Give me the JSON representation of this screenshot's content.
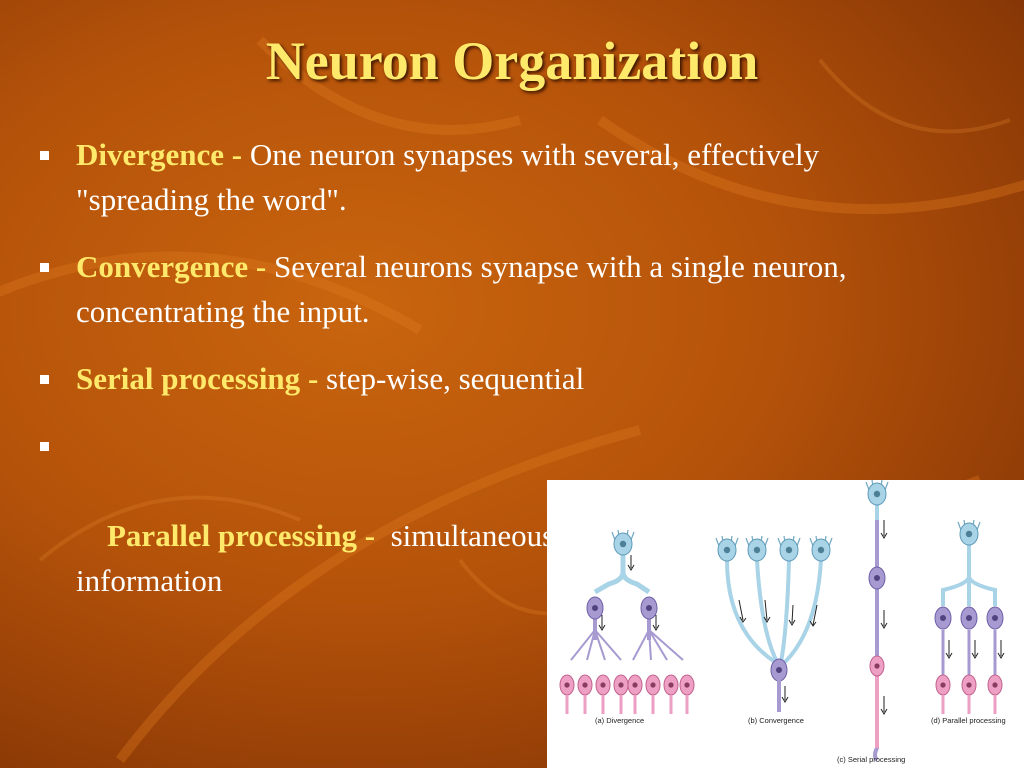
{
  "slide": {
    "title": "Neuron Organization",
    "bullets": [
      {
        "term": "Divergence",
        "separator": " - ",
        "text": "One neuron synapses with several, effectively \"spreading the word\"."
      },
      {
        "term": "Convergence",
        "separator": " - ",
        "text": "Several neurons synapse with a single neuron, concentrating the input."
      },
      {
        "term": "Serial processing",
        "separator": " - ",
        "text": "step-wise, sequential"
      },
      {
        "term": "Parallel processing",
        "separator": " -  ",
        "text": "simultaneous processing of different information"
      }
    ]
  },
  "figure": {
    "captions": {
      "divergence": "(a) Divergence",
      "convergence": "(b) Convergence",
      "serial": "(c) Serial processing",
      "parallel": "(d) Parallel processing"
    },
    "colors": {
      "blue_neuron": "#a9d3e6",
      "purple_neuron": "#a79ad1",
      "pink_neuron": "#ee9fc4",
      "title_yellow": "#ffe96b"
    }
  }
}
